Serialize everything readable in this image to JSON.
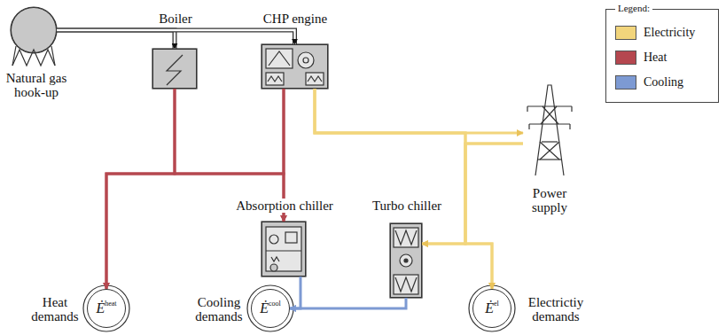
{
  "diagram": {
    "nodes": [
      {
        "text": [
          "Natural gas hook-up"
        ]
      },
      {
        "text": [
          "Boiler"
        ]
      },
      {
        "text": [
          "CHP engine"
        ]
      },
      {
        "text": [
          "Absorption chiller"
        ]
      },
      {
        "text": [
          "Turbo chiller"
        ]
      },
      {
        "text": [
          "Power supply"
        ]
      },
      {
        "text": [
          "Heat demands",
          "Ė",
          "heat"
        ]
      },
      {
        "text": [
          "Cooling demands",
          "Ė",
          "cool"
        ]
      },
      {
        "text": [
          "Electrictiy demands",
          "Ė",
          "el"
        ]
      }
    ],
    "edges": [
      {
        "from": 0,
        "to": 1,
        "arrow": "to"
      },
      {
        "from": 0,
        "to": 2,
        "arrow": "to"
      },
      {
        "from": 1,
        "to": 6,
        "arrow": "to"
      },
      {
        "from": 2,
        "to": 6,
        "arrow": "to"
      },
      {
        "from": 1,
        "to": 3,
        "arrow": "to"
      },
      {
        "from": 2,
        "to": 3,
        "arrow": "to"
      },
      {
        "from": 2,
        "to": 5,
        "arrow": "to"
      },
      {
        "from": 5,
        "to": 4,
        "arrow": "to"
      },
      {
        "from": 5,
        "to": 8,
        "arrow": "to"
      },
      {
        "from": 2,
        "to": 4,
        "arrow": "to"
      },
      {
        "from": 2,
        "to": 8,
        "arrow": "to"
      },
      {
        "from": 3,
        "to": 7,
        "arrow": "to"
      },
      {
        "from": 4,
        "to": 7,
        "arrow": "to"
      }
    ],
    "labels": [
      "Legend:"
    ],
    "legend": [
      {
        "text": "Electricity",
        "color": "#f2d57c"
      },
      {
        "text": "Heat",
        "color": "#b5474f"
      },
      {
        "text": "Cooling",
        "color": "#7d9ad3"
      }
    ]
  }
}
